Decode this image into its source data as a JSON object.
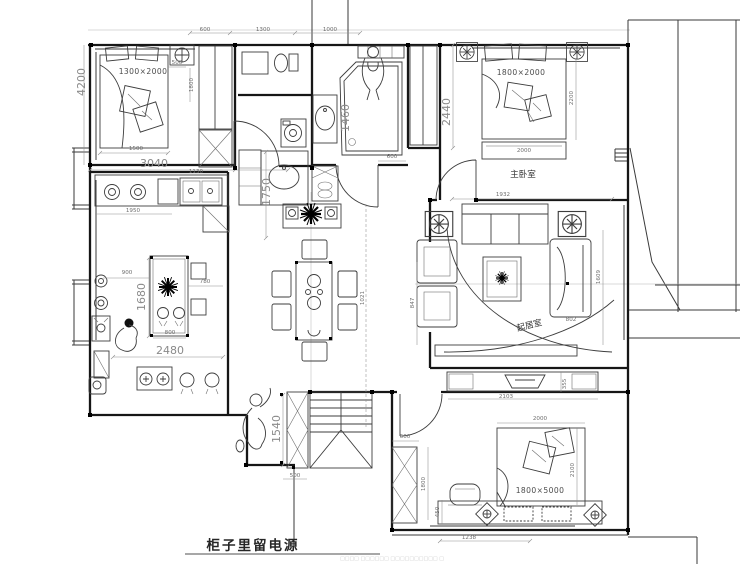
{
  "rooms": {
    "master_bedroom": "主卧室",
    "living_room": "起居室"
  },
  "labels": {
    "bed_small": "1300×2000",
    "bed_master": "1800×2000",
    "bed_second": "1800×5000",
    "note": "柜子里留电源",
    "watermark": "□□□□ □□□□□□ □□□□□□□□□□ □"
  },
  "dims": {
    "top_600": "600",
    "top_1300": "1300",
    "top_1000": "1000",
    "b1_500": "500",
    "b1_1800": "1800",
    "b1_4200": "4200",
    "b1_1500": "1500",
    "b1_3040": "3040",
    "hall_1130": "1130",
    "hall_1750": "1750",
    "kit_1950": "1950",
    "kit_900": "900",
    "kit_1680": "1680",
    "kit_780": "780",
    "kit_800": "800",
    "kit_2480": "2480",
    "bath_1460": "1460",
    "bath_600": "600",
    "wr_2440": "2440",
    "mb_2200": "2200",
    "mb_2000": "2000",
    "mb_1932": "1932",
    "din_1021": "1021",
    "din_847": "847",
    "lr_1609": "1609",
    "lr_802": "802",
    "b3_2103": "2103",
    "b3_355": "355",
    "b3_2000": "2000",
    "b3_2100": "2100",
    "b3_600": "600",
    "b3_1800": "1800",
    "b3_450": "450",
    "b3_1238": "1238",
    "st_1540": "1540",
    "st_500": "500"
  }
}
